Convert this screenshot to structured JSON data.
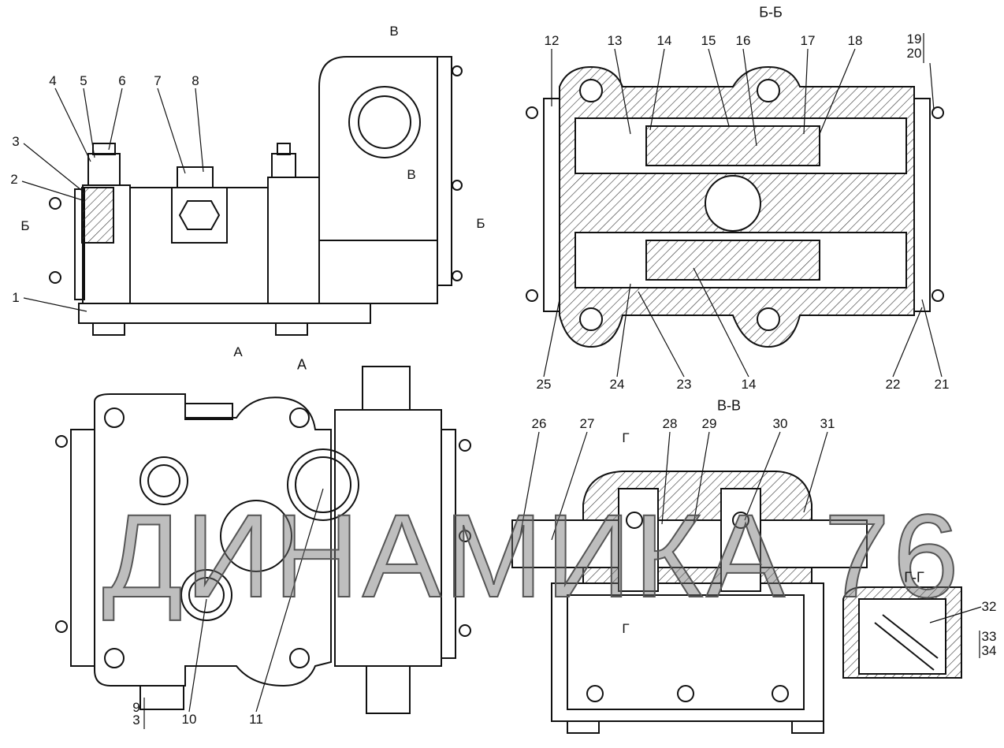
{
  "views": {
    "section_bb": "Б-Б",
    "view_a": "А",
    "section_vv": "В-В",
    "section_gg": "Г-Г"
  },
  "markers": {
    "v_top": "В",
    "v_mid": "В",
    "b_left": "Б",
    "b_right": "Б",
    "a_arrow": "А",
    "g_top": "Г",
    "g_bottom": "Г"
  },
  "callouts": [
    "1",
    "2",
    "3",
    "4",
    "5",
    "6",
    "7",
    "8",
    "9",
    "3",
    "10",
    "11",
    "12",
    "13",
    "14",
    "15",
    "16",
    "17",
    "18",
    "19",
    "20",
    "21",
    "22",
    "23",
    "14",
    "24",
    "25",
    "26",
    "27",
    "28",
    "29",
    "30",
    "31",
    "32",
    "33",
    "34"
  ],
  "watermark": "ДИНАМИКА 76"
}
